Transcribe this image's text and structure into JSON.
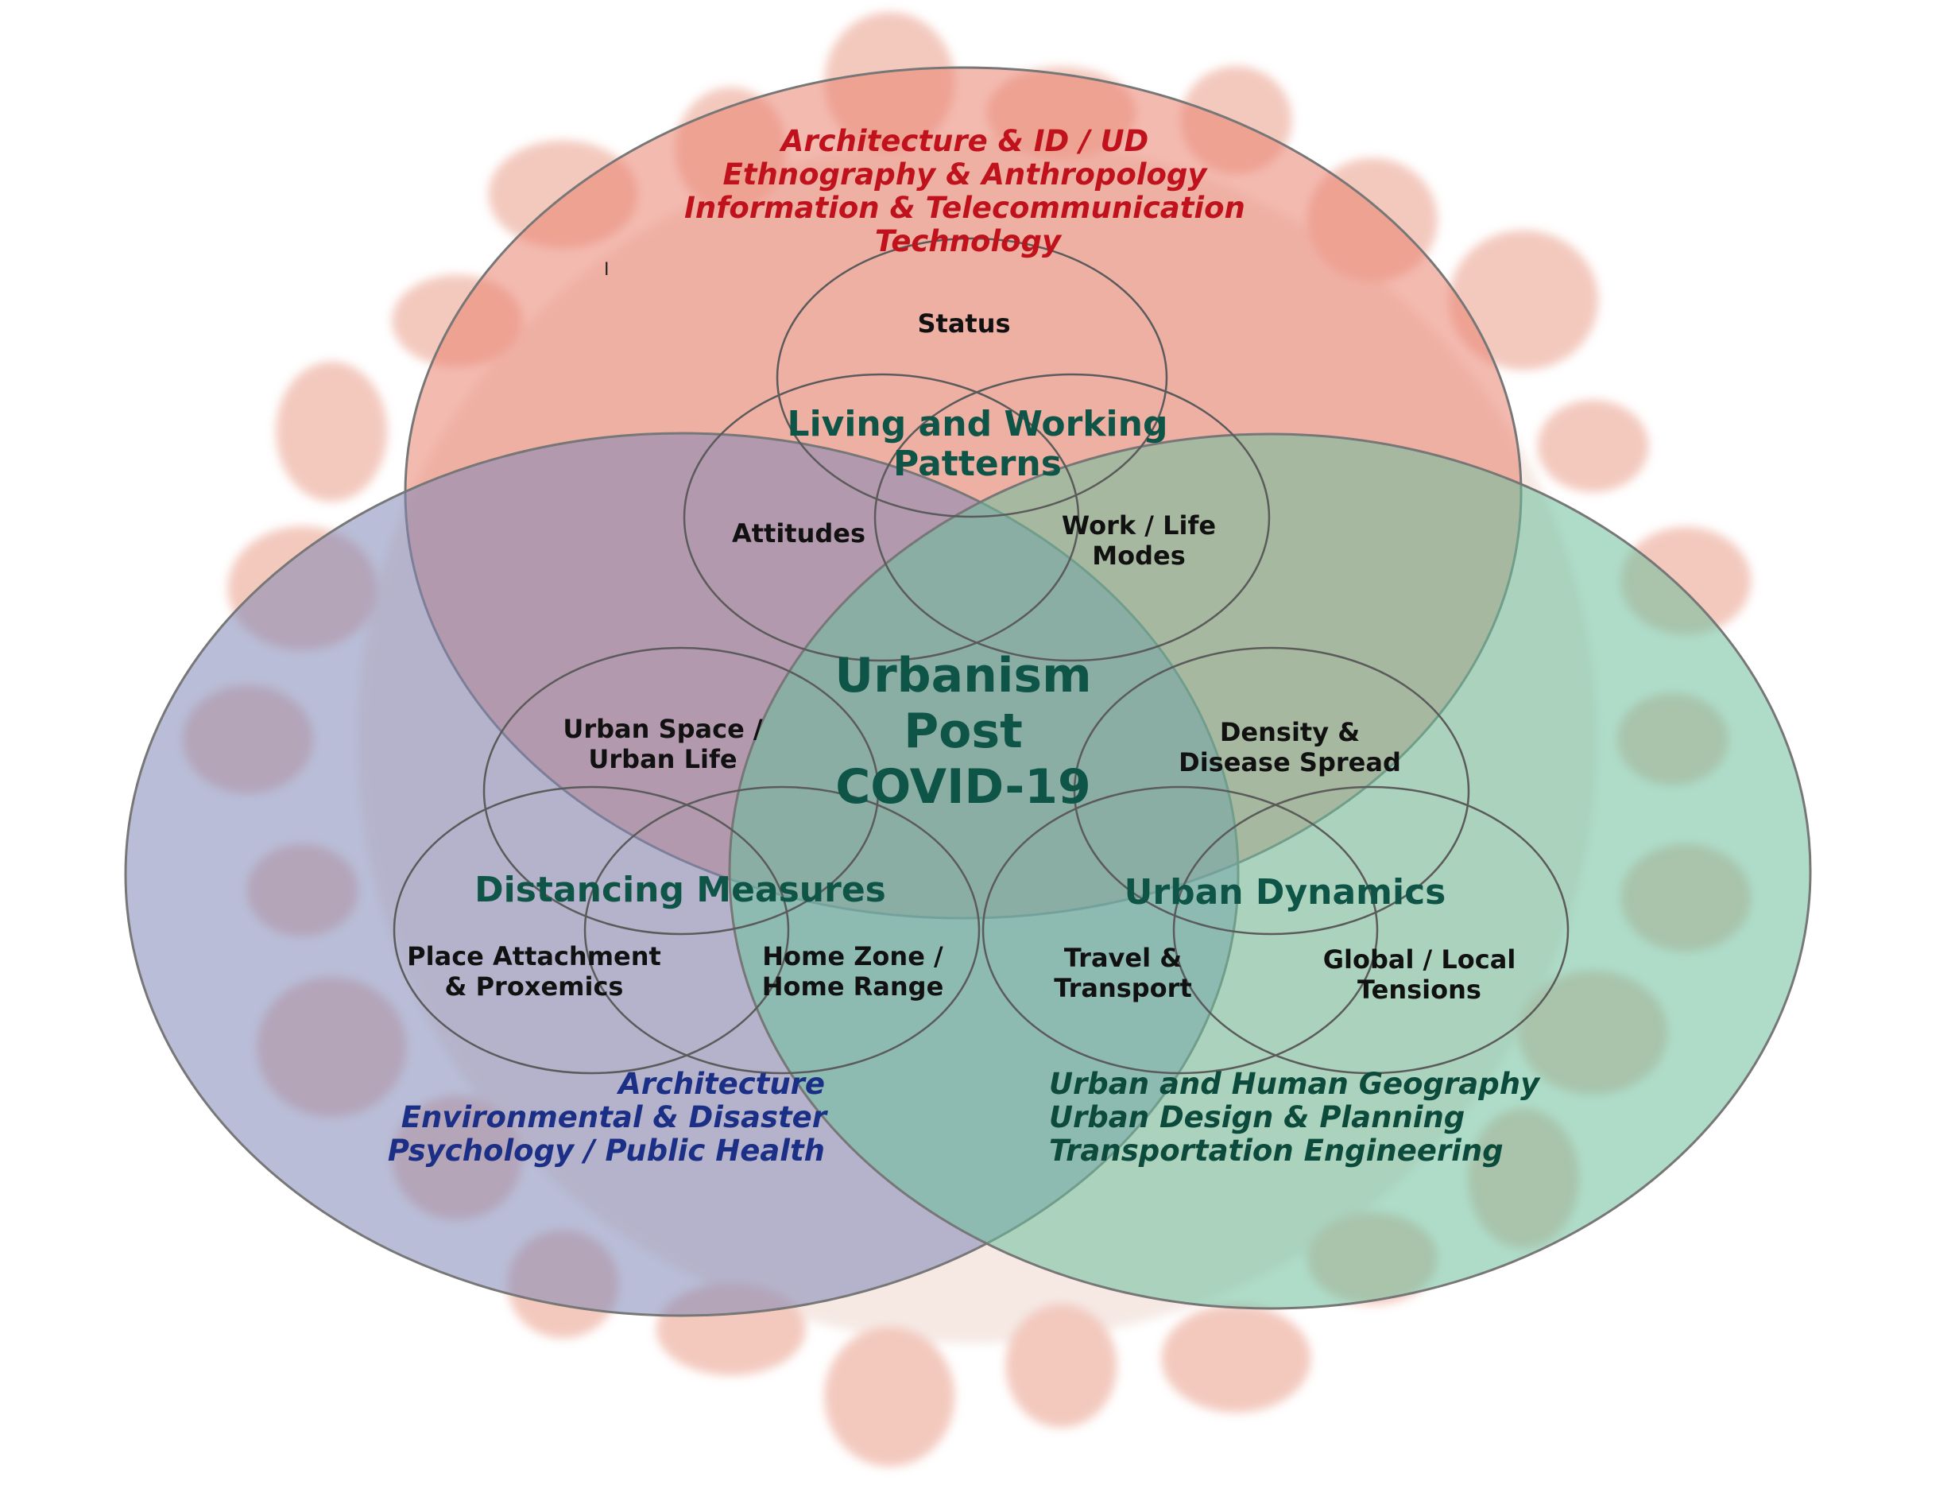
{
  "colors": {
    "top_circle": "#e9826f",
    "left_circle": "#7f86b6",
    "right_circle": "#6bbf9d",
    "discipline_top": "#c0121c",
    "discipline_left": "#1b2f86",
    "discipline_right": "#0c4a3c",
    "theme_text": "#0e5548",
    "virus_blob": "#efb7a8"
  },
  "center": {
    "line1": "Urbanism",
    "line2": "Post",
    "line3": "COVID-19"
  },
  "top": {
    "disciplines": [
      "Architecture & ID / UD",
      "Ethnography & Anthropology",
      "Information & Telecommunication",
      "Technology"
    ],
    "theme_line1": "Living and Working",
    "theme_line2": "Patterns",
    "sub_status": "Status",
    "sub_attitudes": "Attitudes",
    "sub_work_line1": "Work / Life",
    "sub_work_line2": "Modes",
    "stray_mark": "I"
  },
  "left": {
    "disciplines": [
      "Architecture",
      "Environmental & Disaster",
      "Psychology / Public Health"
    ],
    "theme": "Distancing Measures",
    "sub_urban_space_line1": "Urban Space /",
    "sub_urban_space_line2": "Urban Life",
    "sub_place_line1": "Place Attachment",
    "sub_place_line2": "& Proxemics",
    "sub_home_line1": "Home Zone /",
    "sub_home_line2": "Home Range"
  },
  "right": {
    "disciplines": [
      "Urban and Human Geography",
      "Urban Design & Planning",
      "Transportation Engineering"
    ],
    "theme": "Urban Dynamics",
    "sub_density_line1": "Density &",
    "sub_density_line2": "Disease Spread",
    "sub_travel_line1": "Travel &",
    "sub_travel_line2": "Transport",
    "sub_global_line1": "Global / Local",
    "sub_global_line2": "Tensions"
  }
}
